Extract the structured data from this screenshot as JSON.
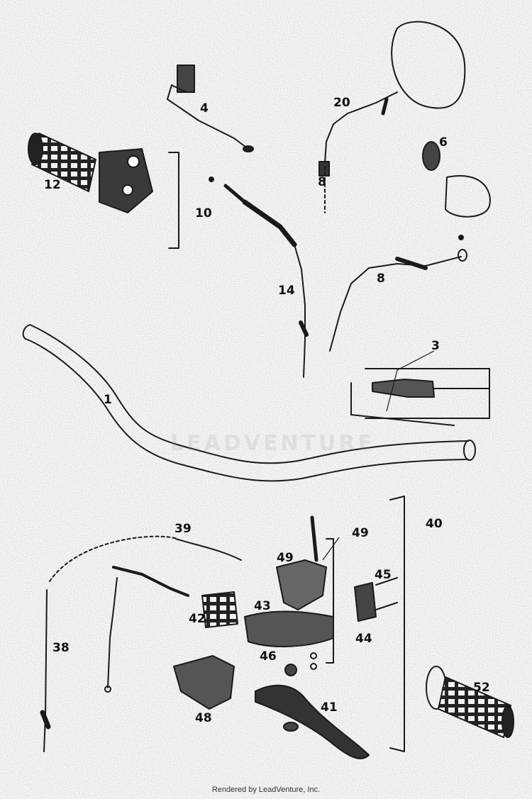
{
  "callouts": {
    "p1": "1",
    "p3": "3",
    "p4": "4",
    "p6": "6",
    "p8": "8",
    "p8b": "8",
    "p10": "10",
    "p12": "12",
    "p14": "14",
    "p20": "20",
    "p38": "38",
    "p39": "39",
    "p40": "40",
    "p41": "41",
    "p42": "42",
    "p43": "43",
    "p44": "44",
    "p45": "45",
    "p46": "46",
    "p48": "48",
    "p49": "49",
    "p49b": "49",
    "p52": "52"
  },
  "watermark": "LEADVENTURE",
  "footer": "Rendered by LeadVenture, Inc.",
  "colors": {
    "ink": "#1a1a1a",
    "paper": "#fdfdfb"
  }
}
